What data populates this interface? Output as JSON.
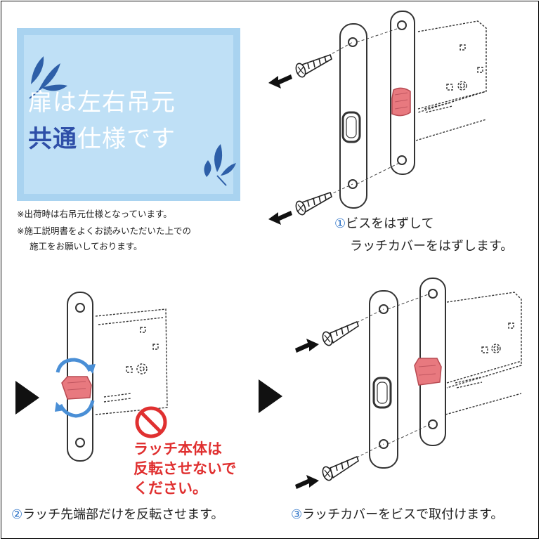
{
  "banner": {
    "line1": "扉は左右吊元",
    "line2_accent": "共通",
    "line2_rest": "仕様です"
  },
  "notes": [
    "※出荷時は右吊元仕様となっています。",
    "※施工説明書をよくお読みいただいた上での",
    "施工をお願いしております。"
  ],
  "steps": [
    {
      "num": "①",
      "line1": "ビスをはずして",
      "line2": "ラッチカバーをはずします。"
    },
    {
      "num": "②",
      "text": "ラッチ先端部だけを反転させます。"
    },
    {
      "num": "③",
      "text": "ラッチカバーをビスで取付けます。"
    }
  ],
  "warning": {
    "line1": "ラッチ本体は",
    "line2": "反転させないで",
    "line3": "ください。"
  },
  "colors": {
    "accent_blue": "#2e73c7",
    "warning_red": "#e03030",
    "latch_pink": "#e8797f",
    "banner_blue": "#bfe0f6"
  }
}
